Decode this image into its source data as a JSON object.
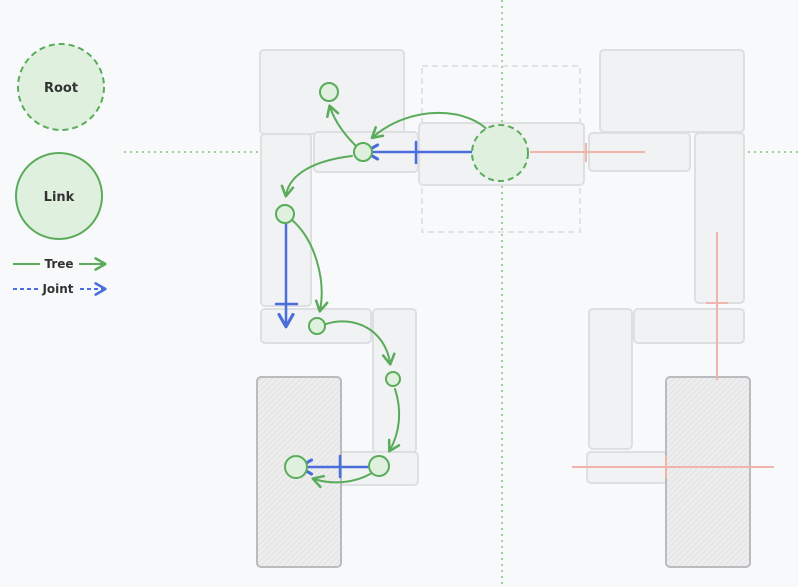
{
  "legend": {
    "root_label": "Root",
    "link_label": "Link",
    "tree_label": "Tree",
    "joint_label": "Joint"
  },
  "colors": {
    "tree": "#5aab5a",
    "joint": "#4a6fdc",
    "mirror": "#f0b4ac",
    "node_fill": "#dff0df",
    "block_fill": "#f1f2f3",
    "block_stroke": "#dddfe1",
    "guide": "#7cc57c"
  },
  "icons": {
    "tree_arrow": "arrow-right-icon",
    "joint_arrow": "dashed-arrow-right-icon"
  }
}
